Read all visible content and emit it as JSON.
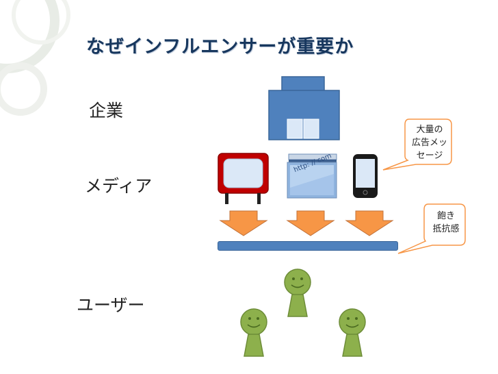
{
  "slide": {
    "title": "なぜインフルエンサーが重要か",
    "labels": {
      "company": "企業",
      "media": "メディア",
      "users": "ユーザー"
    },
    "callouts": {
      "ads": "大量の\n広告メッ\nセージ",
      "fatigue": "飽き\n抵抗感"
    },
    "laptop_screen_text": "http: // com"
  },
  "colors": {
    "title": "#17375e",
    "building": "#4f81bd",
    "tv": "#c00000",
    "arrow": "#f79646",
    "bar": "#4f81bd",
    "person": "#8db04c",
    "callout": "#ffffff"
  }
}
